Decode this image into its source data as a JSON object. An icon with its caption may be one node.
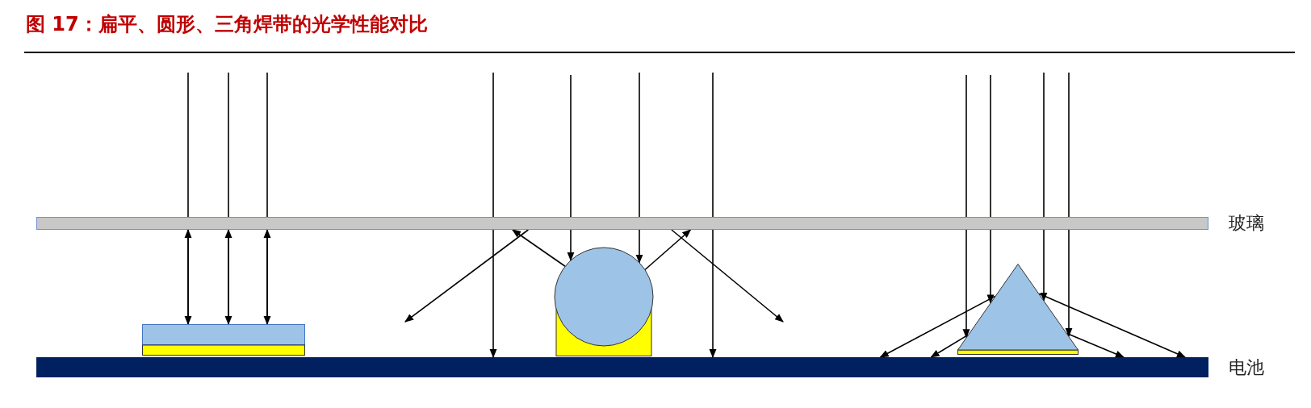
{
  "diagram": {
    "title": "图 17：扁平、圆形、三角焊带的光学性能对比",
    "nodes": [
      {
        "text": [
          "玻璃"
        ]
      },
      {
        "text": [
          "电池"
        ]
      },
      {
        "text": [],
        "shape": "box"
      },
      {
        "text": [],
        "shape": "circle"
      },
      {
        "text": [],
        "shape": "triangle"
      }
    ],
    "edges": [
      {
        "from": null,
        "to": 2,
        "arrow": "to"
      },
      {
        "from": null,
        "to": 2,
        "arrow": "to"
      },
      {
        "from": null,
        "to": 2,
        "arrow": "to"
      },
      {
        "from": 2,
        "to": 0,
        "arrow": "to"
      },
      {
        "from": 2,
        "to": 0,
        "arrow": "to"
      },
      {
        "from": 2,
        "to": 0,
        "arrow": "to"
      },
      {
        "from": null,
        "to": 1,
        "arrow": "to"
      },
      {
        "from": null,
        "to": 1,
        "arrow": "to"
      },
      {
        "from": null,
        "to": 3,
        "arrow": "to"
      },
      {
        "from": null,
        "to": 3,
        "arrow": "to"
      },
      {
        "from": 3,
        "to": 0,
        "arrow": "to"
      },
      {
        "from": 0,
        "to": null,
        "arrow": "to"
      },
      {
        "from": 3,
        "to": 0,
        "arrow": "to"
      },
      {
        "from": 0,
        "to": null,
        "arrow": "to"
      },
      {
        "from": null,
        "to": 4,
        "arrow": "to"
      },
      {
        "from": null,
        "to": 4,
        "arrow": "to"
      },
      {
        "from": null,
        "to": 4,
        "arrow": "to"
      },
      {
        "from": null,
        "to": 4,
        "arrow": "to"
      },
      {
        "from": 4,
        "to": 1,
        "arrow": "to"
      },
      {
        "from": 4,
        "to": 1,
        "arrow": "to"
      },
      {
        "from": 4,
        "to": 1,
        "arrow": "to"
      },
      {
        "from": 4,
        "to": 1,
        "arrow": "to"
      }
    ]
  }
}
